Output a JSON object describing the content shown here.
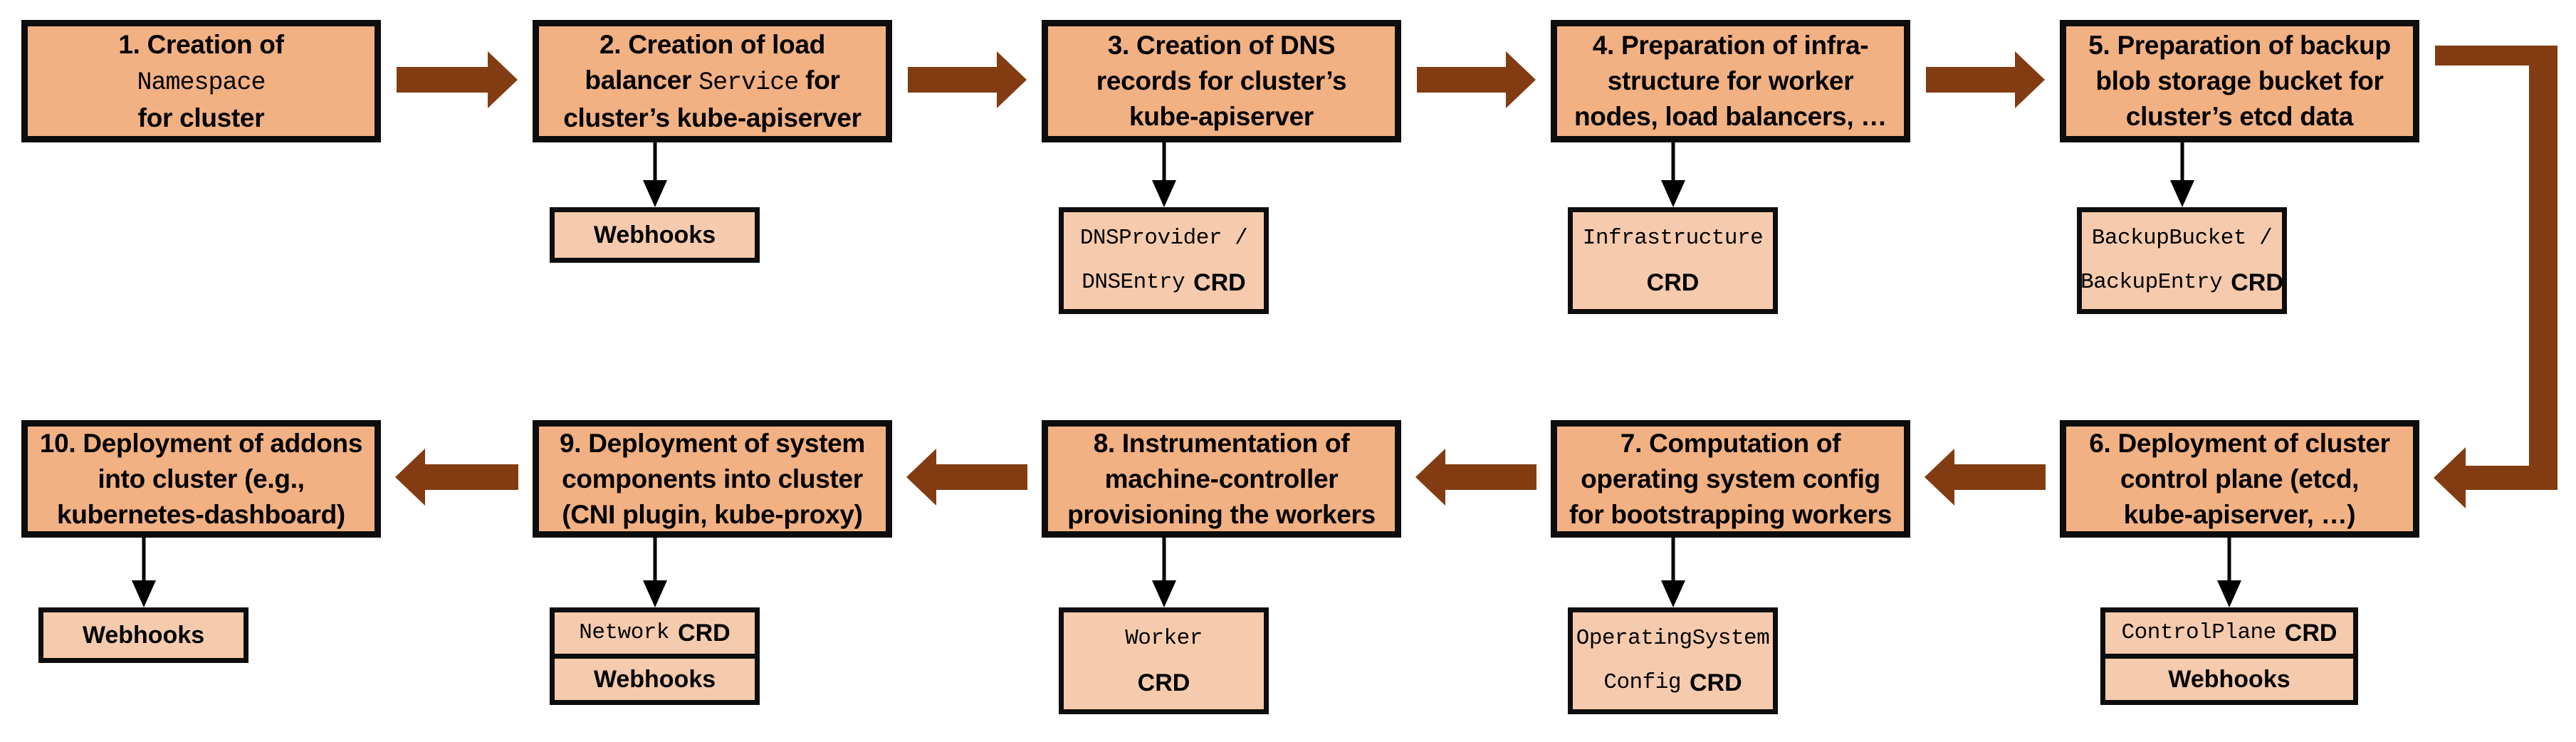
{
  "diagram": {
    "description": "Cluster creation flow diagram with 10 numbered steps and extension artifacts",
    "colors": {
      "main_box_fill": "#F2B183",
      "sub_box_fill": "#F6CBAD",
      "box_border": "#0D0D0D",
      "flow_arrow": "#833C12",
      "connector_arrow": "#000000",
      "background": "#FFFFFF"
    }
  },
  "steps": [
    {
      "name": "step-1",
      "lines": [
        {
          "parts": [
            {
              "text": "1. Creation of",
              "mono": false
            }
          ]
        },
        {
          "parts": [
            {
              "text": "Namespace",
              "mono": true
            }
          ]
        },
        {
          "parts": [
            {
              "text": "for cluster",
              "mono": false
            }
          ]
        }
      ]
    },
    {
      "name": "step-2",
      "lines": [
        {
          "parts": [
            {
              "text": "2. Creation of load",
              "mono": false
            }
          ]
        },
        {
          "parts": [
            {
              "text": "balancer ",
              "mono": false
            },
            {
              "text": "Service",
              "mono": true
            },
            {
              "text": " for",
              "mono": false
            }
          ]
        },
        {
          "parts": [
            {
              "text": "cluster’s kube-apiserver",
              "mono": false
            }
          ]
        }
      ]
    },
    {
      "name": "step-3",
      "lines": [
        {
          "parts": [
            {
              "text": "3. Creation of DNS",
              "mono": false
            }
          ]
        },
        {
          "parts": [
            {
              "text": "records for cluster’s",
              "mono": false
            }
          ]
        },
        {
          "parts": [
            {
              "text": "kube-apiserver",
              "mono": false
            }
          ]
        }
      ]
    },
    {
      "name": "step-4",
      "lines": [
        {
          "parts": [
            {
              "text": "4. Preparation of infra-",
              "mono": false
            }
          ]
        },
        {
          "parts": [
            {
              "text": "structure for worker",
              "mono": false
            }
          ]
        },
        {
          "parts": [
            {
              "text": "nodes, load balancers, …",
              "mono": false
            }
          ]
        }
      ]
    },
    {
      "name": "step-5",
      "lines": [
        {
          "parts": [
            {
              "text": "5. Preparation of backup",
              "mono": false
            }
          ]
        },
        {
          "parts": [
            {
              "text": "blob storage bucket for",
              "mono": false
            }
          ]
        },
        {
          "parts": [
            {
              "text": "cluster’s etcd data",
              "mono": false
            }
          ]
        }
      ]
    },
    {
      "name": "step-6",
      "lines": [
        {
          "parts": [
            {
              "text": "6. Deployment of cluster",
              "mono": false
            }
          ]
        },
        {
          "parts": [
            {
              "text": "control plane (etcd,",
              "mono": false
            }
          ]
        },
        {
          "parts": [
            {
              "text": "kube-apiserver, …)",
              "mono": false
            }
          ]
        }
      ]
    },
    {
      "name": "step-7",
      "lines": [
        {
          "parts": [
            {
              "text": "7. Computation of",
              "mono": false
            }
          ]
        },
        {
          "parts": [
            {
              "text": "operating system config",
              "mono": false
            }
          ]
        },
        {
          "parts": [
            {
              "text": "for bootstrapping workers",
              "mono": false
            }
          ]
        }
      ]
    },
    {
      "name": "step-8",
      "lines": [
        {
          "parts": [
            {
              "text": "8. Instrumentation of",
              "mono": false
            }
          ]
        },
        {
          "parts": [
            {
              "text": "machine-controller",
              "mono": false
            }
          ]
        },
        {
          "parts": [
            {
              "text": "provisioning the workers",
              "mono": false
            }
          ]
        }
      ]
    },
    {
      "name": "step-9",
      "lines": [
        {
          "parts": [
            {
              "text": "9. Deployment of system",
              "mono": false
            }
          ]
        },
        {
          "parts": [
            {
              "text": "components into cluster",
              "mono": false
            }
          ]
        },
        {
          "parts": [
            {
              "text": "(CNI plugin, kube-proxy)",
              "mono": false
            }
          ]
        }
      ]
    },
    {
      "name": "step-10",
      "lines": [
        {
          "parts": [
            {
              "text": "10. Deployment of addons",
              "mono": false
            }
          ]
        },
        {
          "parts": [
            {
              "text": "into cluster (e.g.,",
              "mono": false
            }
          ]
        },
        {
          "parts": [
            {
              "text": "kubernetes-dashboard)",
              "mono": false
            }
          ]
        }
      ]
    }
  ],
  "artifacts": {
    "webhooks_label": "Webhooks",
    "crd_label": "CRD",
    "dns": {
      "line1": "DNSProvider /",
      "line2_mono": "DNSEntry"
    },
    "infrastructure": {
      "line1": "Infrastructure"
    },
    "backup": {
      "line1": "BackupBucket /",
      "line2_mono": "BackupEntry"
    },
    "controlplane": {
      "mono": "ControlPlane"
    },
    "operatingsystemconfig": {
      "line1": "OperatingSystem",
      "line2_mono": "Config"
    },
    "worker": {
      "mono": "Worker"
    },
    "network": {
      "mono": "Network"
    }
  }
}
